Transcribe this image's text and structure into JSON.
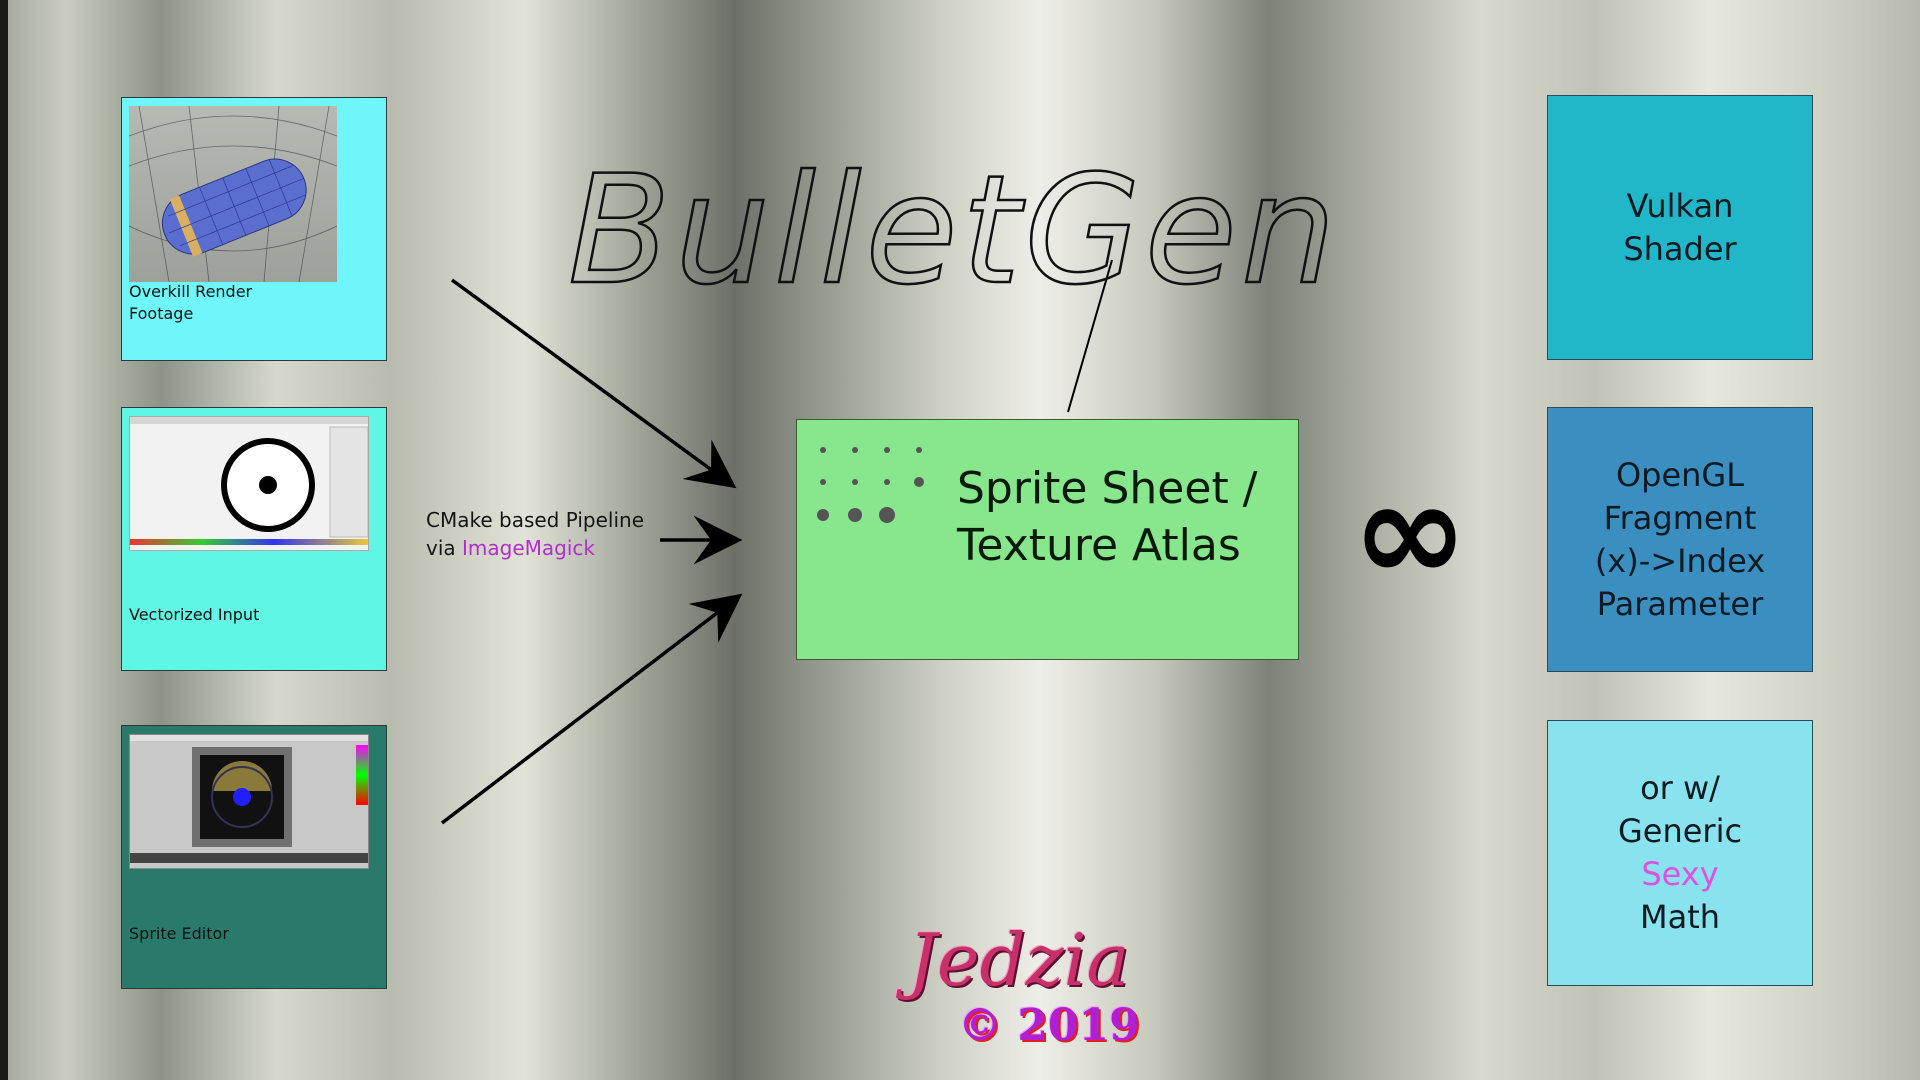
{
  "title": "BulletGen",
  "inputs": [
    {
      "caption_line1": "Overkill Render",
      "caption_line2": "Footage"
    },
    {
      "caption_line1": "Vectorized Input",
      "caption_line2": ""
    },
    {
      "caption_line1": "Sprite Editor",
      "caption_line2": ""
    }
  ],
  "pipeline": {
    "line1": "CMake based Pipeline",
    "prefix": "via ",
    "highlight": "ImageMagick",
    "highlight_color": "#b030c8"
  },
  "atlas": {
    "line1": "Sprite Sheet /",
    "line2": "Texture Atlas"
  },
  "infinity_symbol": "∞",
  "outputs": [
    {
      "lines": [
        "Vulkan",
        "Shader"
      ],
      "color": "#22b7c8"
    },
    {
      "lines": [
        "OpenGL",
        "Fragment",
        "(x)->Index",
        "Parameter"
      ],
      "color": "#3b8ec0"
    },
    {
      "lines": [
        "or w/",
        "Generic",
        "Sexy",
        "Math"
      ],
      "color": "#89e3ee",
      "highlight_word": "Sexy",
      "highlight_color": "#e050e0"
    }
  ],
  "signature": {
    "name": "Jedzia",
    "copyright": "© 2019"
  },
  "colors": {
    "panel1": "#6ff6fb",
    "panel2": "#60f6e4",
    "panel3": "#2a7a6c",
    "atlas": "#88e68c"
  },
  "icons": [
    "arrow-right-icon",
    "infinity-icon",
    "target-icon"
  ]
}
